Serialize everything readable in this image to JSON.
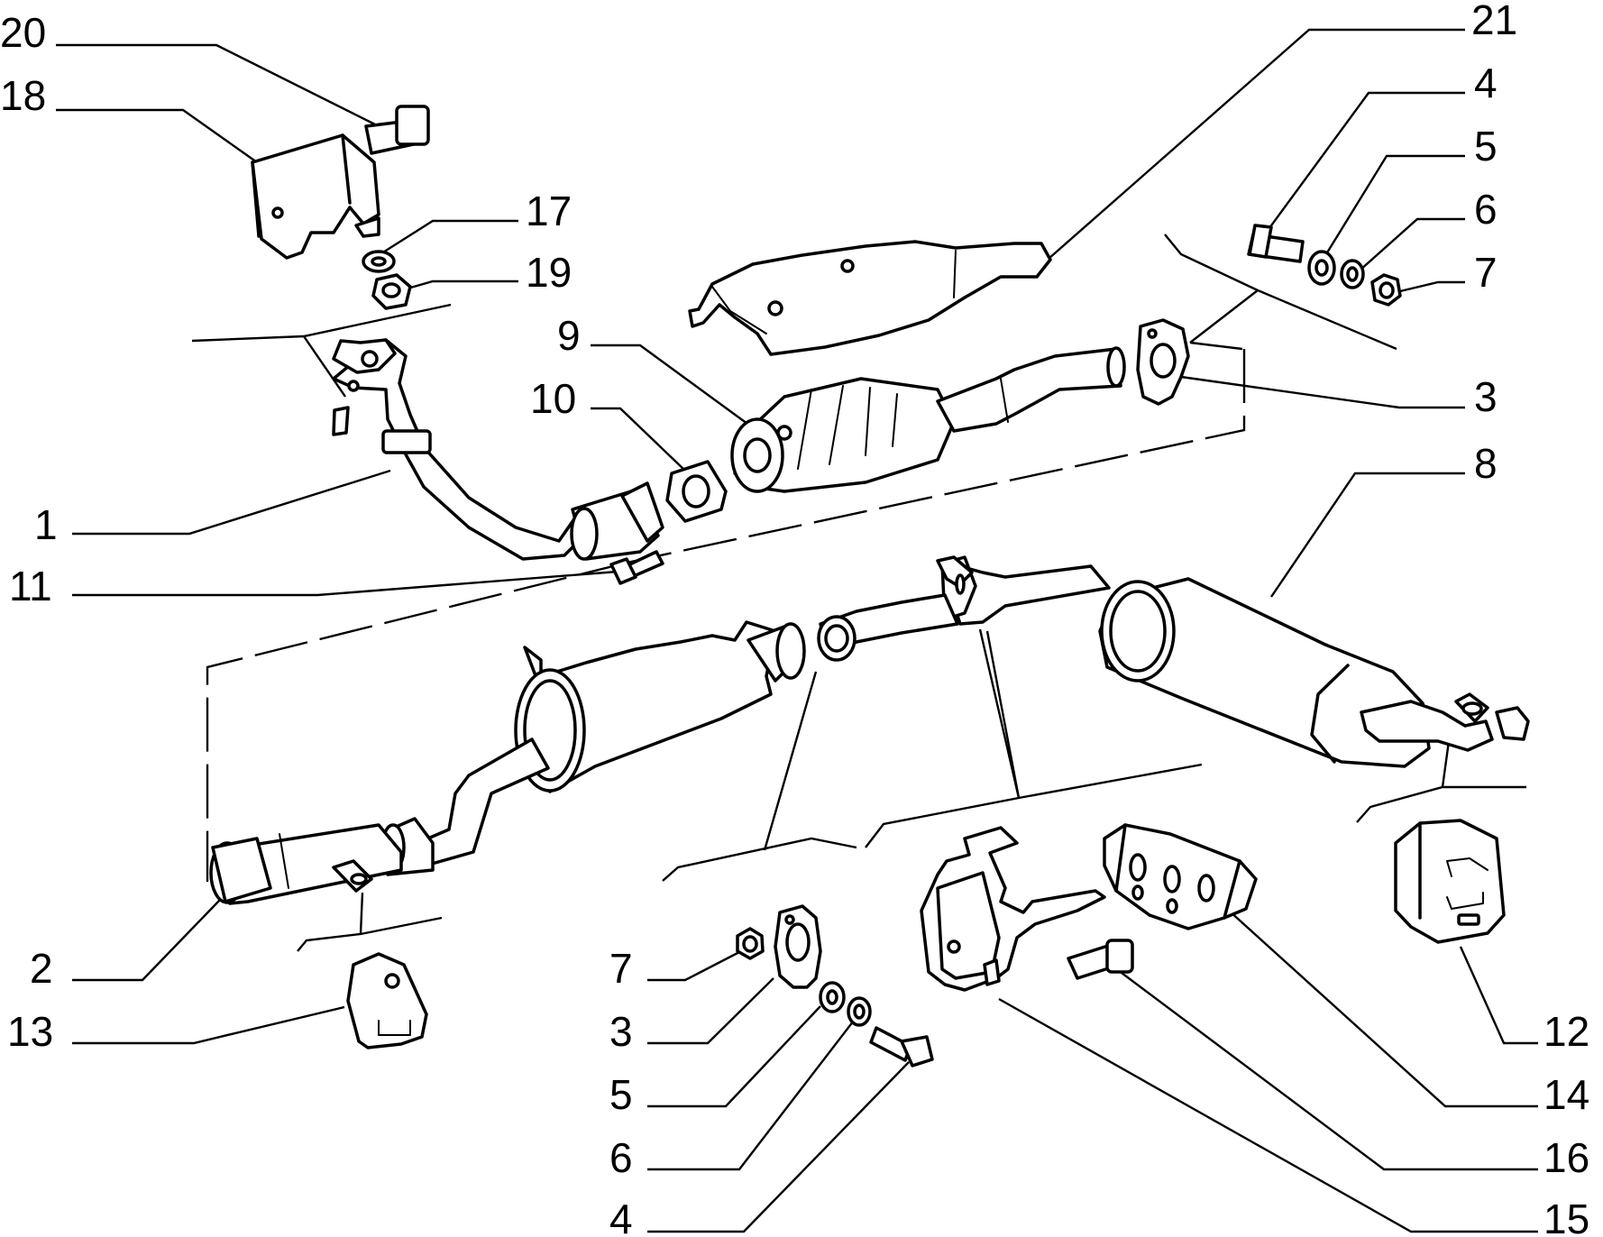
{
  "diagram": {
    "callouts": [
      {
        "id": "c-20",
        "text": "20"
      },
      {
        "id": "c-18",
        "text": "18"
      },
      {
        "id": "c-17",
        "text": "17"
      },
      {
        "id": "c-19",
        "text": "19"
      },
      {
        "id": "c-9",
        "text": "9"
      },
      {
        "id": "c-10",
        "text": "10"
      },
      {
        "id": "c-1",
        "text": "1"
      },
      {
        "id": "c-11",
        "text": "11"
      },
      {
        "id": "c-2",
        "text": "2"
      },
      {
        "id": "c-13",
        "text": "13"
      },
      {
        "id": "c-21",
        "text": "21"
      },
      {
        "id": "c-4a",
        "text": "4"
      },
      {
        "id": "c-5a",
        "text": "5"
      },
      {
        "id": "c-6a",
        "text": "6"
      },
      {
        "id": "c-7a",
        "text": "7"
      },
      {
        "id": "c-3a",
        "text": "3"
      },
      {
        "id": "c-8",
        "text": "8"
      },
      {
        "id": "c-7b",
        "text": "7"
      },
      {
        "id": "c-3b",
        "text": "3"
      },
      {
        "id": "c-5b",
        "text": "5"
      },
      {
        "id": "c-6b",
        "text": "6"
      },
      {
        "id": "c-4b",
        "text": "4"
      },
      {
        "id": "c-12",
        "text": "12"
      },
      {
        "id": "c-14",
        "text": "14"
      },
      {
        "id": "c-16",
        "text": "16"
      },
      {
        "id": "c-15",
        "text": "15"
      }
    ]
  }
}
